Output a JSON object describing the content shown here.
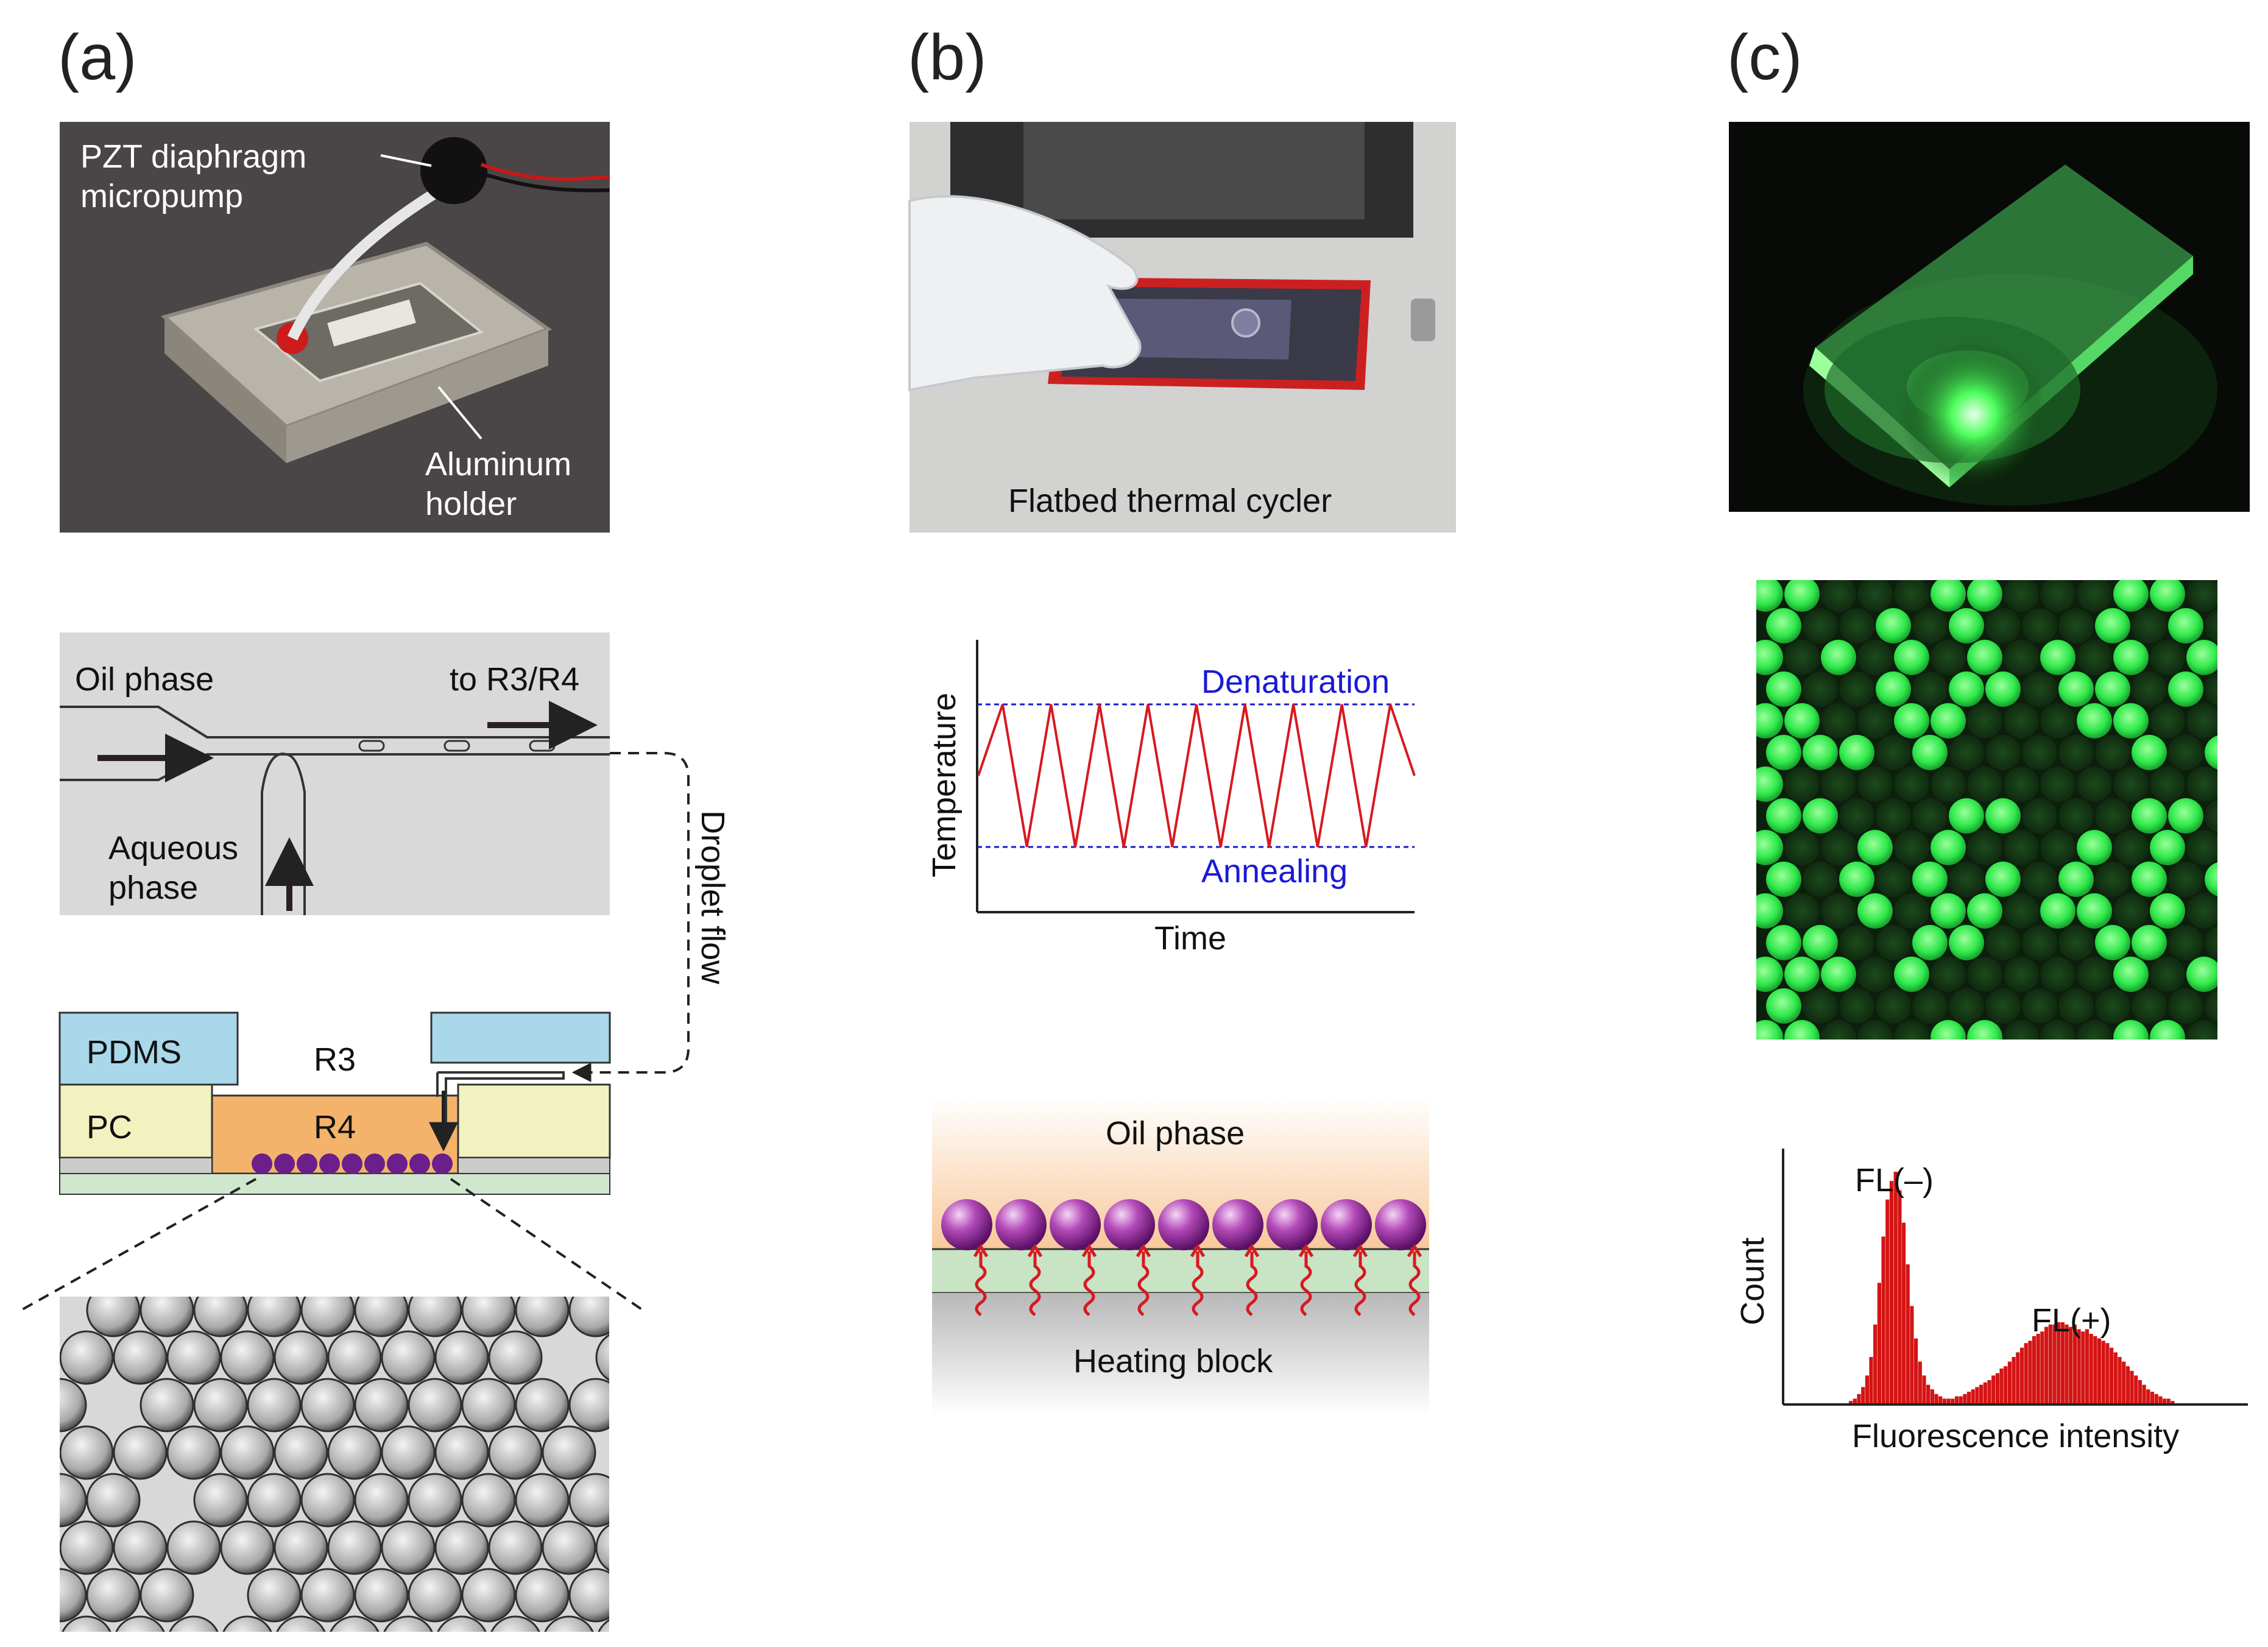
{
  "panels": {
    "a": {
      "label": "(a)",
      "photo_labels": {
        "pump": [
          "PZT diaphragm",
          "micropump"
        ],
        "holder": [
          "Aluminum",
          "holder"
        ]
      },
      "chip": {
        "oil": "Oil phase",
        "outlet": "to R3/R4",
        "aqueous": [
          "Aqueous",
          "phase"
        ]
      },
      "flow_label": "Droplet flow",
      "cross_section": {
        "pdms": "PDMS",
        "pc": "PC",
        "r3": "R3",
        "r4": "R4"
      },
      "colors": {
        "pdms": "#a8d8ea",
        "pc": "#f2f2c0",
        "r4": "#f4b36a",
        "droplet": "#6b1f8a",
        "base": "#cfe6cf"
      }
    },
    "b": {
      "label": "(b)",
      "photo_label": "Flatbed thermal cycler",
      "thermal": {
        "ylabel": "Temperature",
        "xlabel": "Time",
        "upper": "Denaturation",
        "lower": "Annealing"
      },
      "schematic": {
        "top": "Oil phase",
        "bottom": "Heating block"
      },
      "colors": {
        "curve": "#d71920",
        "limits": "#1a1ad6",
        "bead": "#a33aa8",
        "layer": "#c9e3c5"
      }
    },
    "c": {
      "label": "(c)",
      "histogram": {
        "ylabel": "Count",
        "xlabel": "Fluorescence intensity",
        "neg": "FL(–)",
        "pos": "FL(+)"
      },
      "colors": {
        "bars": "#d41414",
        "fluor": "#2ee84a"
      }
    }
  },
  "chart_data": [
    {
      "type": "line",
      "title": "",
      "xlabel": "Time",
      "ylabel": "Temperature",
      "series": [
        {
          "values": [
            0.5,
            1,
            0,
            1,
            0,
            1,
            0,
            1,
            0,
            1,
            0,
            1,
            0,
            1,
            0,
            1,
            0,
            1,
            0.5
          ]
        }
      ],
      "annotations": [
        "Denaturation",
        "Annealing"
      ]
    },
    {
      "type": "bar",
      "title": "",
      "xlabel": "Fluorescence intensity",
      "ylabel": "Count",
      "values": [
        1,
        2,
        4,
        7,
        12,
        20,
        34,
        52,
        72,
        88,
        96,
        100,
        92,
        78,
        60,
        42,
        28,
        18,
        12,
        8,
        6,
        4,
        3,
        2,
        2,
        2,
        3,
        3,
        4,
        5,
        6,
        7,
        8,
        9,
        10,
        12,
        13,
        15,
        16,
        18,
        20,
        22,
        24,
        26,
        27,
        29,
        30,
        31,
        33,
        34,
        34,
        35,
        35,
        34,
        33,
        34,
        32,
        31,
        32,
        30,
        29,
        28,
        27,
        26,
        24,
        22,
        20,
        18,
        16,
        14,
        12,
        10,
        8,
        6,
        5,
        4,
        3,
        2,
        2,
        1
      ],
      "annotations": [
        "FL(–)",
        "FL(+)"
      ]
    }
  ]
}
